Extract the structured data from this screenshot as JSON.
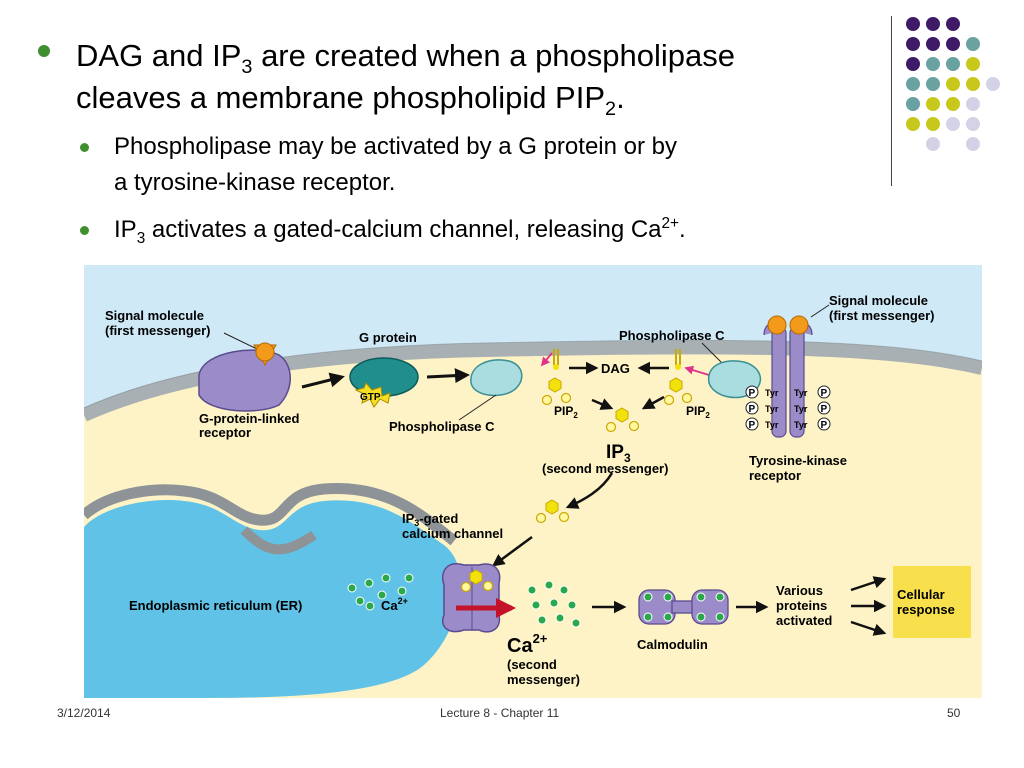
{
  "slide": {
    "bullet1": {
      "pre": "DAG and IP",
      "sub1": "3",
      "mid": " are created when a phospholipase",
      "line2": "cleaves a membrane phospholipid PIP",
      "sub2": "2",
      "post": "."
    },
    "bullet2": {
      "line1": "Phospholipase may be activated by a G protein or by",
      "line2": "a tyrosine-kinase receptor."
    },
    "bullet3": {
      "pre": "IP",
      "sub": "3",
      "mid": " activates a gated-calcium channel, releasing Ca",
      "sup": "2+",
      "post": "."
    }
  },
  "diagram": {
    "signal_left": [
      "Signal molecule",
      "(first messenger)"
    ],
    "g_protein": "G protein",
    "gtp": "GTP",
    "gpcr": [
      "G-protein-linked",
      "receptor"
    ],
    "plc_bottom": "Phospholipase C",
    "plc_top": "Phospholipase C",
    "dag": "DAG",
    "pip2": "PIP",
    "pip2_sub": "2",
    "ip3": "IP",
    "ip3_sub": "3",
    "ip3_role": "(second messenger)",
    "signal_right": [
      "Signal molecule",
      "(first messenger)"
    ],
    "rtk": [
      "Tyrosine-kinase",
      "receptor"
    ],
    "tyr": "Tyr",
    "phos": "P",
    "channel": {
      "pre": "IP",
      "sub": "3",
      "post": "-gated",
      "line2": "calcium channel"
    },
    "er": "Endoplasmic reticulum (ER)",
    "ca_small": "Ca",
    "ca_small_sup": "2+",
    "ca_big": "Ca",
    "ca_big_sup": "2+",
    "ca_role": [
      "(second",
      "messenger)"
    ],
    "calmodulin": "Calmodulin",
    "proteins": [
      "Various",
      "proteins",
      "activated"
    ],
    "response": [
      "Cellular",
      "response"
    ]
  },
  "footer": {
    "date": "3/12/2014",
    "center": "Lecture 8 - Chapter 11",
    "page": "50"
  },
  "colors": {
    "bullet": "#3f8f2f",
    "dot_purple": "#3f1a67",
    "dot_teal": "#6aa1a1",
    "dot_yellow": "#c8c81c",
    "dot_lavender": "#d4d2e6",
    "extracellular": "#cfe9f7",
    "cytoplasm": "#fdf3c6",
    "membrane": "#a9b0b4",
    "er_fill": "#5fc2e6",
    "receptor": "#9b8cc9",
    "calcium": "#2ca84c",
    "response_box": "#f7e04b"
  }
}
